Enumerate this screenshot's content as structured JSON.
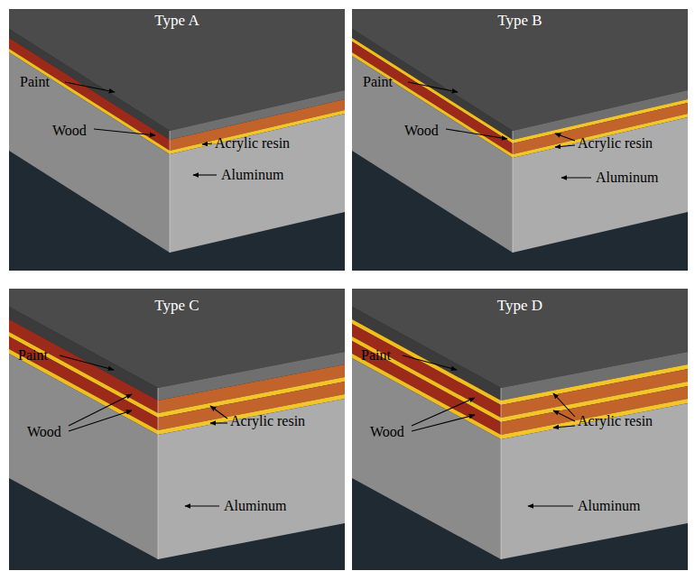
{
  "diagram": {
    "labels": [
      "Type A",
      "Paint",
      "Wood",
      "Acrylic resin",
      "Aluminum",
      "Type B",
      "Paint",
      "Wood",
      "Acrylic resin",
      "Aluminum",
      "Type C",
      "Paint",
      "Wood",
      "Acrylic resin",
      "Aluminum",
      "Type D",
      "Paint",
      "Wood",
      "Acrylic resin",
      "Aluminum"
    ]
  }
}
